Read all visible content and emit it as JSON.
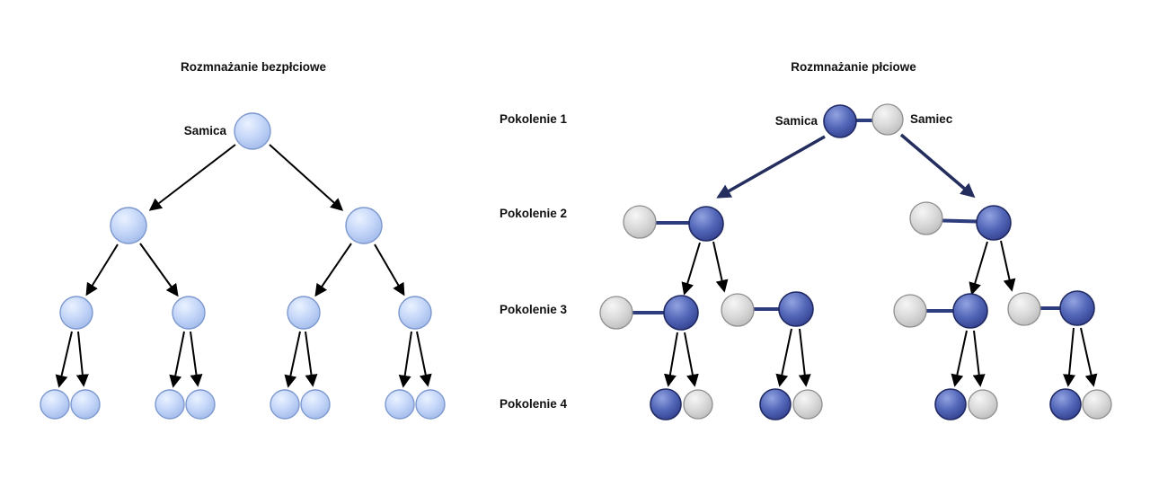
{
  "page": {
    "background": "#ffffff"
  },
  "left_diagram": {
    "title": "Rozmnażanie bezpłciowe",
    "root_label": "Samica",
    "reproduction_type": "asexual",
    "individuals_per_generation": [
      1,
      2,
      4,
      8
    ]
  },
  "generation_labels": [
    "Pokolenie 1",
    "Pokolenie 2",
    "Pokolenie 3",
    "Pokolenie 4"
  ],
  "right_diagram": {
    "title": "Rozmnażanie płciowe",
    "female_label": "Samica",
    "male_label": "Samiec",
    "reproduction_type": "sexual",
    "pairs_per_generation": [
      1,
      2,
      4,
      4
    ]
  },
  "colors": {
    "female_asexual_fill": "#c3d5f8",
    "female_asexual_stroke": "#7d98cf",
    "female_sexual_fill": "#5266b8",
    "female_sexual_stroke": "#202a63",
    "male_fill": "#d9d9d9",
    "male_stroke": "#8f8f8f",
    "arrow_color": "#000000",
    "mating_line_color": "#2e3d7d",
    "descent_arrow_color": "#232d5e"
  }
}
